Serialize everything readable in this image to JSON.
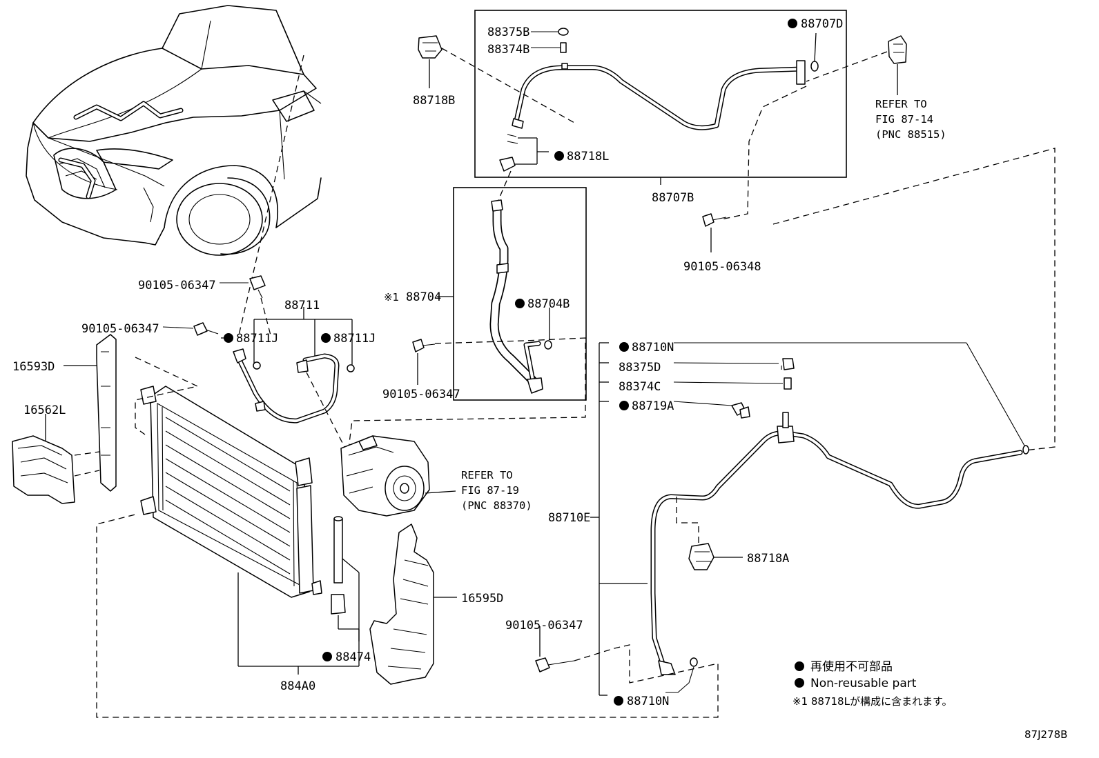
{
  "labels": {
    "p88375B": "88375B",
    "p88374B": "88374B",
    "p88707D": "88707D",
    "p88718B": "88718B",
    "p88718L": "88718L",
    "p88707B": "88707B",
    "p90105_06348": "90105-06348",
    "p90105_06347_a": "90105-06347",
    "p90105_06347_b": "90105-06347",
    "p90105_06347_c": "90105-06347",
    "p90105_06347_d": "90105-06347",
    "p88711": "88711",
    "p88711J_a": "88711J",
    "p88711J_b": "88711J",
    "p16593D": "16593D",
    "p16562L": "16562L",
    "p88704": "88704",
    "p88704_mark": "※1",
    "p88704B": "88704B",
    "p88710N_top": "88710N",
    "p88375D": "88375D",
    "p88374C": "88374C",
    "p88719A": "88719A",
    "p88710E": "88710E",
    "p88718A": "88718A",
    "p16595D": "16595D",
    "p88474": "88474",
    "p884A0": "884A0",
    "p88710N_bottom": "88710N"
  },
  "references": {
    "fig_87_14": {
      "line1": "REFER TO",
      "line2": "FIG 87-14",
      "line3": "(PNC 88515)"
    },
    "fig_87_19": {
      "line1": "REFER TO",
      "line2": "FIG 87-19",
      "line3": "(PNC 88370)"
    }
  },
  "legend": {
    "non_reusable_jp": "再使用不可部品",
    "non_reusable_en": "Non-reusable part",
    "footnote": "※1 88718Lが構成に含まれます。"
  },
  "figure_code": "87J278B"
}
